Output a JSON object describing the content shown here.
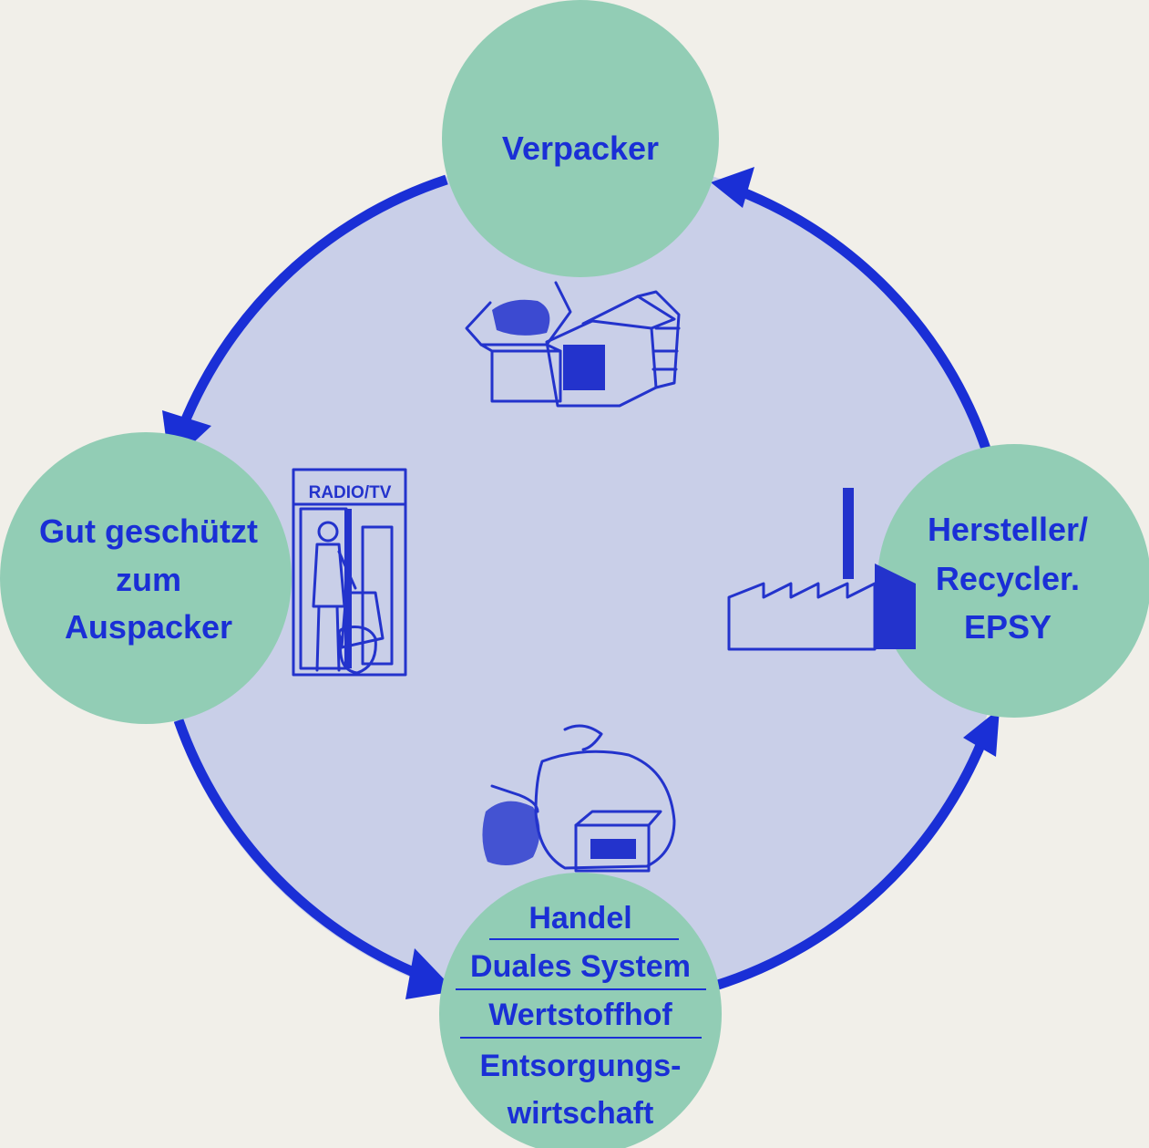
{
  "colors": {
    "background": "#f1efe9",
    "cycle_fill": "#c9cfe8",
    "node_fill": "#92cdb5",
    "arrow": "#1a2fd6",
    "text": "#1a2fd6"
  },
  "nodes": {
    "top": {
      "lines": [
        "Verpacker"
      ]
    },
    "left": {
      "lines": [
        "Gut geschützt",
        "zum",
        "Auspacker"
      ]
    },
    "right": {
      "lines": [
        "Hersteller/",
        "Recycler.",
        "EPSY"
      ]
    },
    "bottom": {
      "lines": [
        "Handel",
        "Duales System",
        "Wertstoffhof",
        "Entsorgungs-",
        "wirtschaft"
      ]
    }
  },
  "icons": {
    "top": "boxes-with-tv-packaging-icon",
    "left": "shop-customer-icon",
    "right": "factory-icon",
    "bottom": "garbage-bags-icon"
  },
  "shop_sign": "RADIO/TV"
}
